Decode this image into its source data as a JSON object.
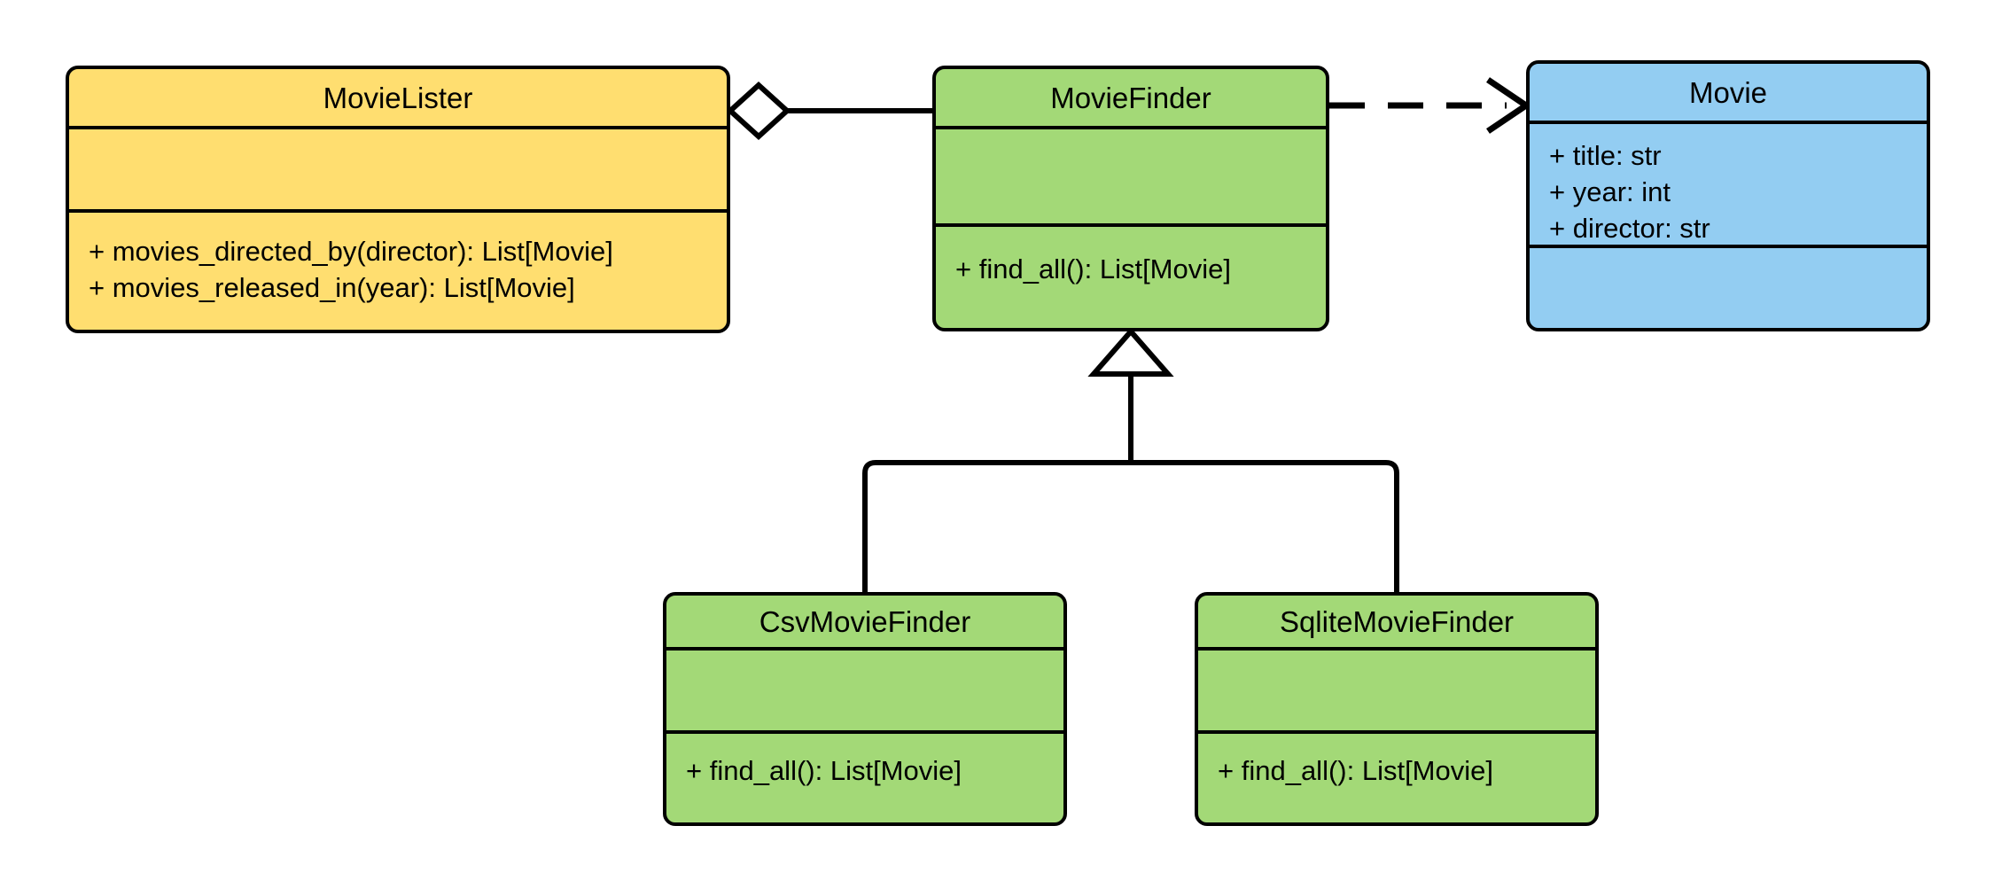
{
  "diagram": {
    "type": "uml-class-diagram",
    "title": "MovieLister dependency injection class diagram",
    "background": "#ffffff",
    "line_color": "#000000",
    "palette": {
      "yellow": "#ffde70",
      "green": "#a3d977",
      "blue": "#93cdf2"
    }
  },
  "classes": [
    {
      "id": "MovieLister",
      "name": "MovieLister",
      "color": "#ffde70",
      "color_key": "yellow",
      "attributes": [],
      "operations": [
        "+ movies_directed_by(director): List[Movie]",
        "+ movies_released_in(year): List[Movie]"
      ]
    },
    {
      "id": "MovieFinder",
      "name": "MovieFinder",
      "color": "#a3d977",
      "color_key": "green",
      "attributes": [],
      "operations": [
        "+ find_all(): List[Movie]"
      ]
    },
    {
      "id": "Movie",
      "name": "Movie",
      "color": "#93cdf2",
      "color_key": "blue",
      "attributes": [
        "+ title: str",
        "+ year: int",
        "+ director: str"
      ],
      "operations": []
    },
    {
      "id": "CsvMovieFinder",
      "name": "CsvMovieFinder",
      "color": "#a3d977",
      "color_key": "green",
      "attributes": [],
      "operations": [
        "+ find_all(): List[Movie]"
      ]
    },
    {
      "id": "SqliteMovieFinder",
      "name": "SqliteMovieFinder",
      "color": "#a3d977",
      "color_key": "green",
      "attributes": [],
      "operations": [
        "+ find_all(): List[Movie]"
      ]
    }
  ],
  "relationships": [
    {
      "id": "lister-finder",
      "type": "aggregation",
      "source": "MovieLister",
      "target": "MovieFinder",
      "source_decoration": "hollow-diamond",
      "target_decoration": "none",
      "line_style": "solid",
      "label": ""
    },
    {
      "id": "finder-movie",
      "type": "dependency",
      "source": "MovieFinder",
      "target": "Movie",
      "source_decoration": "none",
      "target_decoration": "open-arrow",
      "line_style": "dashed",
      "label": ""
    },
    {
      "id": "csv-finder",
      "type": "generalization",
      "source": "CsvMovieFinder",
      "target": "MovieFinder",
      "source_decoration": "none",
      "target_decoration": "hollow-triangle",
      "line_style": "solid",
      "label": ""
    },
    {
      "id": "sqlite-finder",
      "type": "generalization",
      "source": "SqliteMovieFinder",
      "target": "MovieFinder",
      "source_decoration": "none",
      "target_decoration": "hollow-triangle",
      "line_style": "solid",
      "label": ""
    }
  ]
}
